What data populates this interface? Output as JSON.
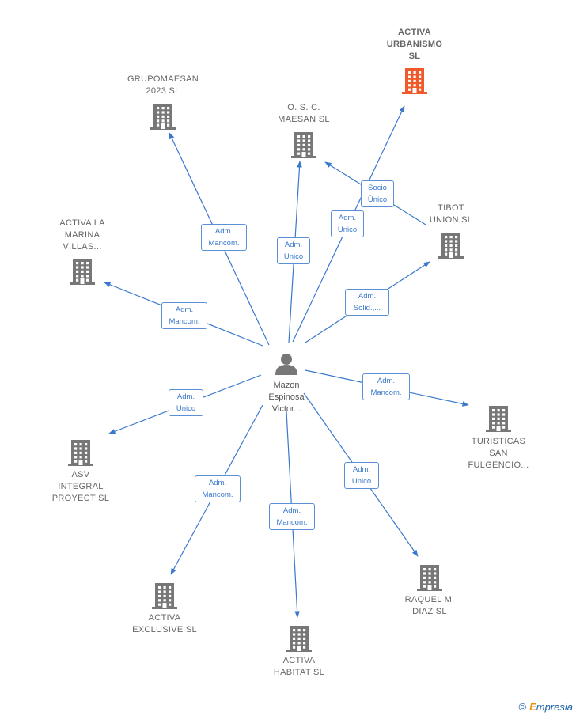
{
  "center": {
    "label": "Mazon\nEspinosa\nVictor..."
  },
  "colors": {
    "edge": "#3a78cc",
    "building": "#777777",
    "highlight": "#f05a2a"
  },
  "nodes": [
    {
      "id": "activa-urbanismo",
      "label": "ACTIVA\nURBANISMO\nSL",
      "highlight": true
    },
    {
      "id": "grupomaesan",
      "label": "GRUPOMAESAN\n2023 SL"
    },
    {
      "id": "osc-maesan",
      "label": "O.  S.  C.\nMAESAN  SL"
    },
    {
      "id": "tibot-union",
      "label": "TIBOT\nUNION SL"
    },
    {
      "id": "activa-la-marina",
      "label": "ACTIVA LA\nMARINA\nVILLAS..."
    },
    {
      "id": "turisticas",
      "label": "TURISTICAS\nSAN\nFULGENCIO..."
    },
    {
      "id": "asv-integral",
      "label": "ASV\nINTEGRAL\nPROYECT  SL"
    },
    {
      "id": "raquel",
      "label": "RAQUEL M.\nDIAZ SL"
    },
    {
      "id": "activa-exclusive",
      "label": "ACTIVA\nEXCLUSIVE SL"
    },
    {
      "id": "activa-habitat",
      "label": "ACTIVA\nHABITAT  SL"
    }
  ],
  "edges": [
    {
      "to": "grupomaesan",
      "label": "Adm.\nMancom."
    },
    {
      "to": "osc-maesan",
      "label": "Adm.\nUnico"
    },
    {
      "to": "activa-urbanismo",
      "label": "Adm.\nUnico"
    },
    {
      "from": "tibot-union",
      "to": "osc-maesan",
      "label": "Socio\nÚnico"
    },
    {
      "to": "tibot-union",
      "label": "Adm.\nSolid.,..."
    },
    {
      "to": "activa-la-marina",
      "label": "Adm.\nMancom."
    },
    {
      "to": "turisticas",
      "label": "Adm.\nMancom."
    },
    {
      "to": "asv-integral",
      "label": "Adm.\nUnico"
    },
    {
      "to": "raquel",
      "label": "Adm.\nUnico"
    },
    {
      "to": "activa-exclusive",
      "label": "Adm.\nMancom."
    },
    {
      "to": "activa-habitat",
      "label": "Adm.\nMancom."
    }
  ],
  "brand": {
    "copyright": "©",
    "initial": "E",
    "rest": "mpresia"
  }
}
